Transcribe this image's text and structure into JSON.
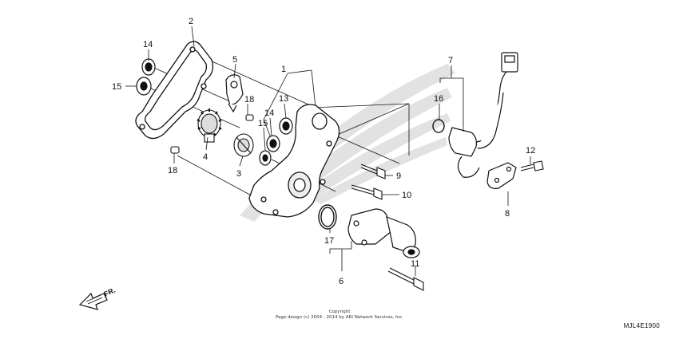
{
  "callouts": [
    "1",
    "2",
    "3",
    "4",
    "5",
    "6",
    "7",
    "8",
    "9",
    "10",
    "11",
    "12",
    "13",
    "14",
    "15",
    "16",
    "17",
    "18"
  ],
  "front_label": "FR.",
  "copyright_line1": "Copyright",
  "copyright_line2": "Page design (c) 2004 - 2014 by ARI Network Services, Inc.",
  "diagram_code": "MJL4E1900",
  "colors": {
    "line": "#111111",
    "watermark": "#d8d8d8"
  }
}
